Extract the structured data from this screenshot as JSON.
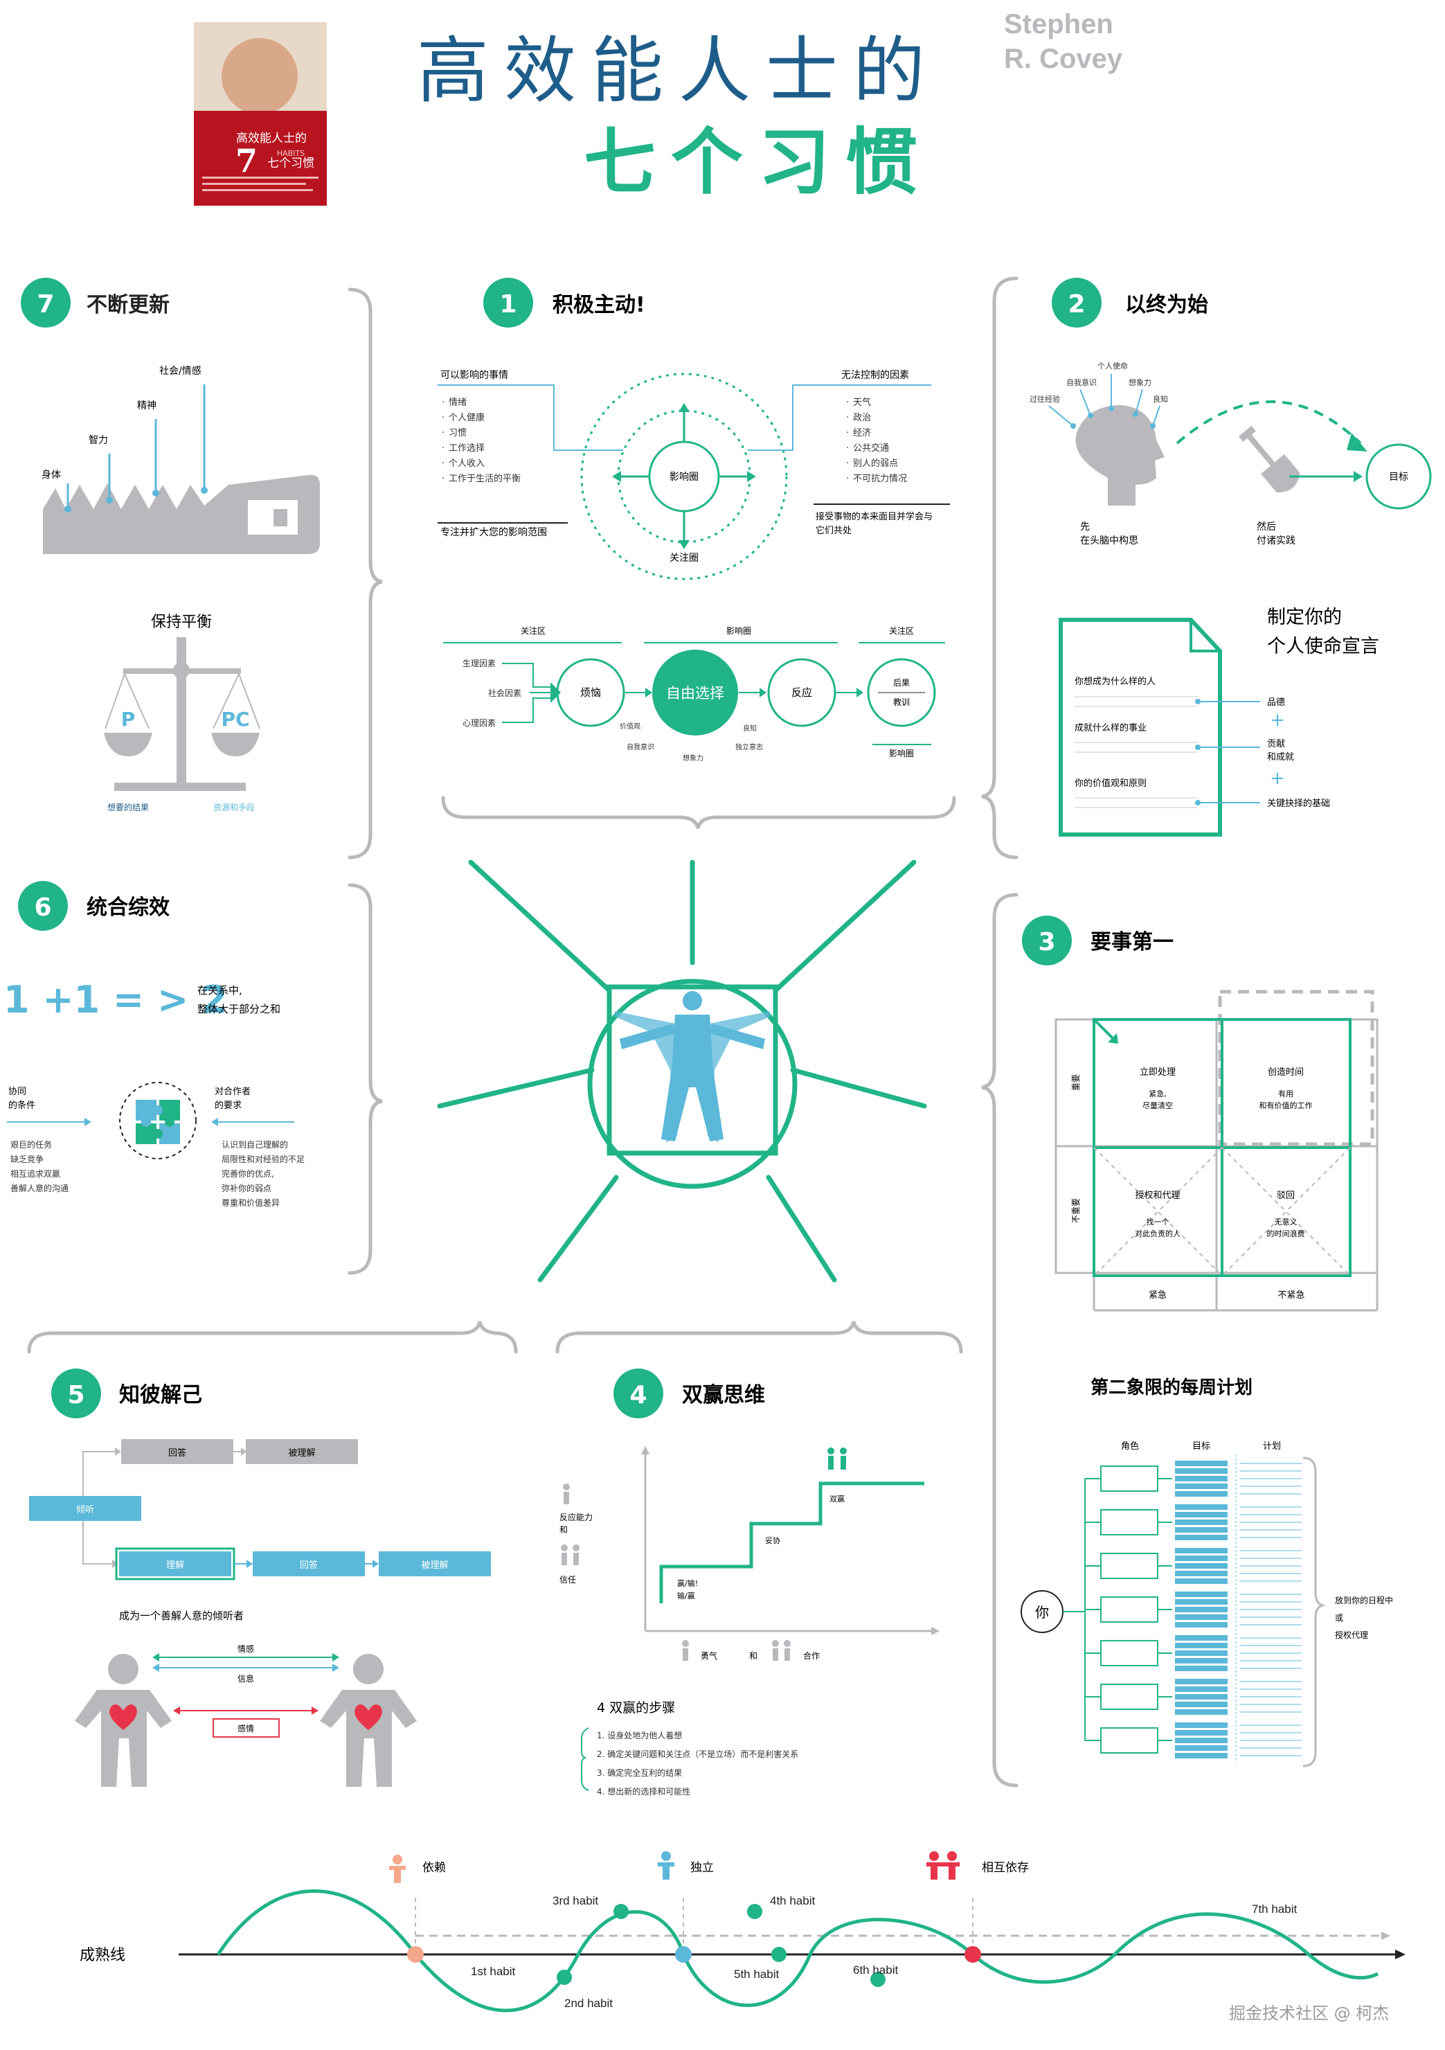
{
  "header": {
    "title_line1": "高效能人士的",
    "title_line2": "七个习惯",
    "author_line1": "Stephen",
    "author_line2": "R. Covey",
    "book_cover": {
      "title_a": "高效能人士的",
      "title_num": "7",
      "title_b": "七个习惯",
      "title_en": "HABITS"
    }
  },
  "colors": {
    "accent": "#20b488",
    "blue": "#5bb8d9",
    "grey": "#b9b9bd",
    "dark": "#222222",
    "red": "#e8344a",
    "peach": "#f3a78b"
  },
  "habit7": {
    "number": "7",
    "title": "不断更新",
    "labels": [
      "身体",
      "智力",
      "精神",
      "社会/情感"
    ],
    "balance_title": "保持平衡",
    "p": "P",
    "pc": "PC",
    "p_caption": "想要的结果",
    "pc_caption": "资源和手段"
  },
  "habit1": {
    "number": "1",
    "title": "积极主动!",
    "influence_label": "可以影响的事情",
    "influence_items": [
      "情绪",
      "个人健康",
      "习惯",
      "工作选择",
      "个人收入",
      "工作于生活的平衡"
    ],
    "influence_note": "专注并扩大您的影响范围",
    "outside_label": "无法控制的因素",
    "outside_items": [
      "天气",
      "政治",
      "经济",
      "公共交通",
      "别人的弱点",
      "不可抗力情况"
    ],
    "outside_note_1": "接受事物的本来面目并学会与",
    "outside_note_2": "它们共处",
    "inner_circle": "影响圈",
    "outer_circle": "关注圈",
    "flow_top": [
      "关注区",
      "影响圈",
      "关注区"
    ],
    "factors": [
      "生理因素",
      "社会因素",
      "心理因素"
    ],
    "stimulus": "烦恼",
    "choice": "自由选择",
    "response": "反应",
    "result_1": "后果",
    "result_2": "教训",
    "result_caption": "影响圈",
    "choice_tags": [
      "价值观",
      "自我意识",
      "想象力",
      "良知",
      "独立意志"
    ]
  },
  "habit2": {
    "number": "2",
    "title": "以终为始",
    "head_labels": [
      "个人使命",
      "自我意识",
      "想象力",
      "过往经验",
      "良知"
    ],
    "goal": "目标",
    "first_1": "先",
    "first_2": "在头脑中构思",
    "then_1": "然后",
    "then_2": "付诸实践",
    "mission_title_1": "制定你的",
    "mission_title_2": "个人使命宣言",
    "questions": [
      "你想成为什么样的人",
      "成就什么样的事业",
      "你的价值观和原则"
    ],
    "answers": [
      "品德",
      "贡献\n和成就",
      "关键抉择的基础"
    ],
    "answers_1": "品德",
    "answers_2a": "贡献",
    "answers_2b": "和成就",
    "answers_3": "关键抉择的基础",
    "plus": "+"
  },
  "habit6": {
    "number": "6",
    "title": "统合综效",
    "equation": "1 +1 = > 2",
    "eq_note_1": "在关系中,",
    "eq_note_2": "整体大于部分之和",
    "cond_1": "协同",
    "cond_2": "的条件",
    "cond_items": [
      "艰巨的任务",
      "缺乏竞争",
      "相互追求双赢",
      "善解人意的沟通"
    ],
    "req_1": "对合作者",
    "req_2": "的要求",
    "req_items": [
      "认识到自己理解的",
      "局限性和对经验的不足",
      "完善你的优点,",
      "弥补你的弱点",
      "尊重和价值差异"
    ]
  },
  "habit3": {
    "number": "3",
    "title": "要事第一",
    "row_labels": [
      "重要",
      "不重要"
    ],
    "col_labels": [
      "紧急",
      "不紧急"
    ],
    "q1_title": "立即处理",
    "q1_sub_1": "紧急,",
    "q1_sub_2": "尽量清空",
    "q2_title": "创造时间",
    "q2_sub_1": "有用",
    "q2_sub_2": "和有价值的工作",
    "q3_title": "授权和代理",
    "q3_sub_1": "找一个",
    "q3_sub_2": "对此负责的人",
    "q4_title": "驳回",
    "q4_sub_1": "无意义",
    "q4_sub_2": "的时间浪费",
    "plan_title": "第二象限的每周计划",
    "plan_cols": [
      "角色",
      "目标",
      "计划"
    ],
    "you": "你",
    "note_1": "放到你的日程中",
    "note_2": "或",
    "note_3": "授权代理"
  },
  "habit5": {
    "number": "5",
    "title": "知彼解己",
    "answer_1": "回答",
    "understood_1": "被理解",
    "listen": "倾听",
    "understand": "理解",
    "answer_2": "回答",
    "understood_2": "被理解",
    "caption": "成为一个善解人意的倾听者",
    "emotion": "情感",
    "info": "信息",
    "feeling": "感情"
  },
  "habit4": {
    "number": "4",
    "title": "双赢思维",
    "y_label_1": "反应能力",
    "y_label_2": "和",
    "y_label_3": "信任",
    "step_1": "赢/输!",
    "step_1b": "输/赢",
    "step_2": "妥协",
    "step_3": "双赢",
    "x_label_1": "勇气",
    "x_label_2": "和",
    "x_label_3": "合作",
    "steps_title": "4 双赢的步骤",
    "steps": [
      "1. 设身处地为他人着想",
      "2. 确定关键问题和关注点（不是立场）而不是利害关系",
      "3. 确定完全互利的结果",
      "4. 想出新的选择和可能性"
    ]
  },
  "maturity": {
    "label": "成熟线",
    "stages": [
      "依赖",
      "独立",
      "相互依存"
    ],
    "habits": [
      "1st habit",
      "2nd habit",
      "3rd habit",
      "4th habit",
      "5th habit",
      "6th habit",
      "7th habit"
    ]
  },
  "watermark": "掘金技术社区 @ 柯杰"
}
